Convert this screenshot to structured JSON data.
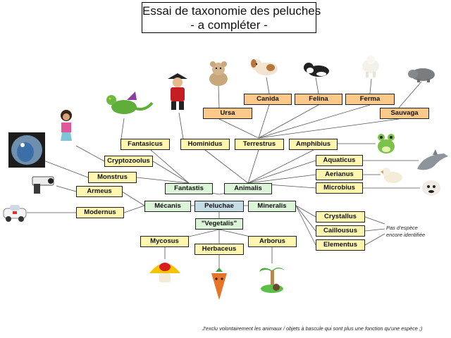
{
  "title": {
    "line1": "Essai de taxonomie des peluches",
    "line2": "- a compléter -"
  },
  "nodes": {
    "canida": "Canida",
    "felina": "Felina",
    "ferma": "Ferma",
    "ursa": "Ursa",
    "sauvaga": "Sauvaga",
    "fantasicus": "Fantasicus",
    "hominidus": "Hominidus",
    "terrestrus": "Terrestrus",
    "amphibius": "Amphibius",
    "cryptozoolus": "Cryptozoolus",
    "aquaticus": "Aquaticus",
    "monstrus": "Monstrus",
    "aerianus": "Aerianus",
    "fantastis": "Fantastis",
    "animalis": "Animalis",
    "microbius": "Microbius",
    "armeus": "Armeus",
    "mecanis": "Mécanis",
    "peluchae": "Peluchae",
    "mineralis": "Mineralis",
    "modernus": "Modernus",
    "crystallus": "Crystallus",
    "vegetalis": "\"Vegetalis\"",
    "caillousus": "Caillousus",
    "mycosus": "Mycosus",
    "arborus": "Arborus",
    "elementus": "Elementus",
    "herbaceus": "Herbaceus"
  },
  "notes": {
    "no_species_line1": "Pas d'espèce",
    "no_species_line2": "encore identifiée",
    "footer": "J'exclu volontairement les animaux / objets à bascule qui sont plus une fonction qu'une espèce ;)"
  },
  "colors": {
    "yellow_box": "#fff7b0",
    "orange_box": "#fbc98a",
    "green_box": "#dcf5d8",
    "blue_box": "#c7dde6",
    "line": "#555555"
  }
}
